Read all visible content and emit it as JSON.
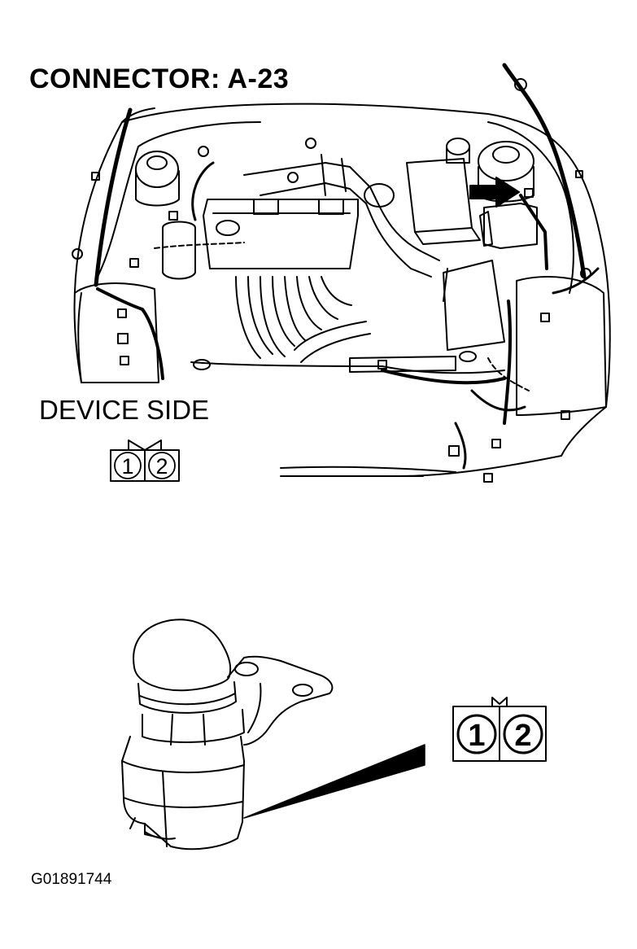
{
  "title": "CONNECTOR: A-23",
  "device_label": "DEVICE SIDE",
  "figure_id": "G01891744",
  "connector_small": {
    "pins": [
      "1",
      "2"
    ]
  },
  "connector_large": {
    "pins": [
      "1",
      "2"
    ]
  },
  "icons": {
    "engine": "engine-bay-illustration",
    "sensor": "sensor-illustration",
    "arrow": "location-arrow-icon"
  }
}
